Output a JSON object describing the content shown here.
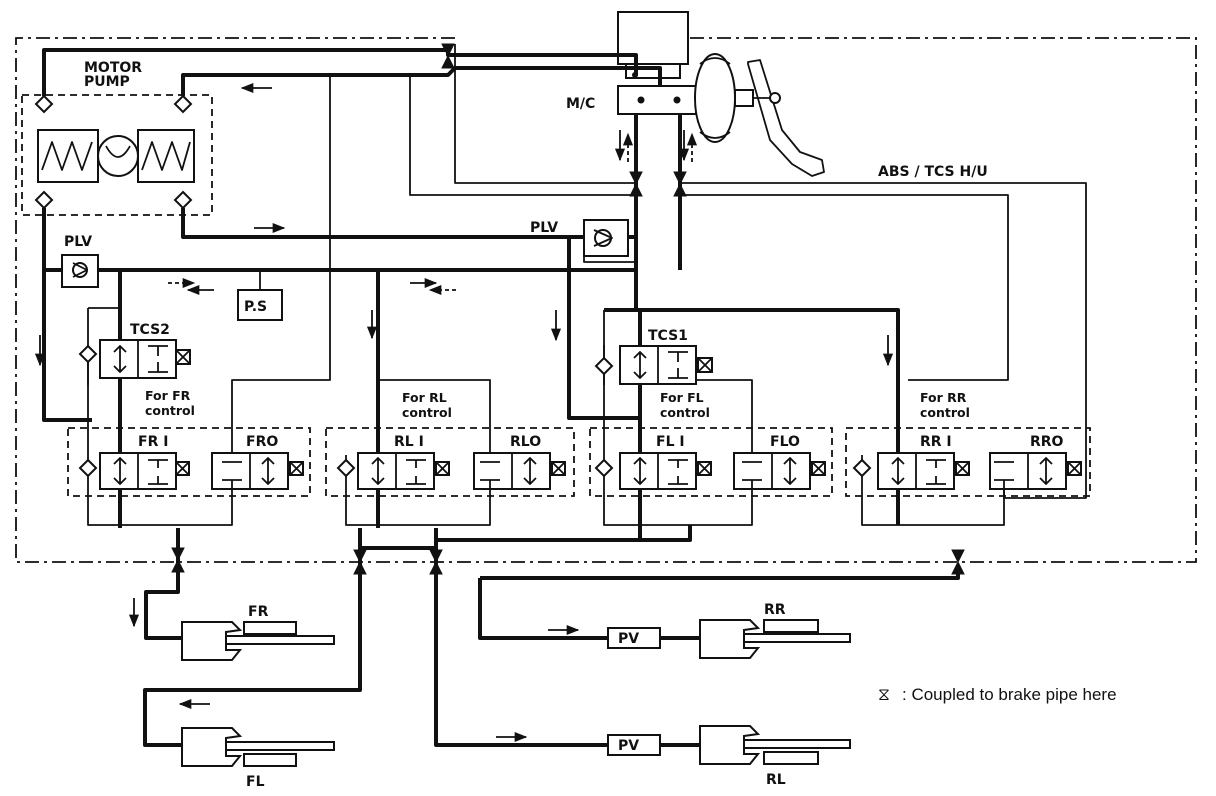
{
  "labels": {
    "motor_pump_line1": "MOTOR",
    "motor_pump_line2": "PUMP",
    "master_cylinder": "M/C",
    "abs_tcs_hu": "ABS / TCS  H/U",
    "plv_left": "PLV",
    "plv_center": "PLV",
    "pressure_switch": "P.S",
    "tcs2": "TCS2",
    "tcs1": "TCS1",
    "for_fr_line1": "For FR",
    "for_fr_line2": "control",
    "for_rl_line1": "For RL",
    "for_rl_line2": "control",
    "for_fl_line1": "For FL",
    "for_fl_line2": "control",
    "for_rr_line1": "For RR",
    "for_rr_line2": "control",
    "fr_inlet": "FR I",
    "fr_outlet": "FRO",
    "rl_inlet": "RL I",
    "rl_outlet": "RLO",
    "fl_inlet": "FL I",
    "fl_outlet": "FLO",
    "rr_inlet": "RR I",
    "rr_outlet": "RRO",
    "wheel_fr": "FR",
    "wheel_fl": "FL",
    "wheel_rr": "RR",
    "wheel_rl": "RL",
    "pv_rr": "PV",
    "pv_rl": "PV"
  },
  "legend": {
    "symbol": "⧖",
    "text": ": Coupled to brake pipe here"
  }
}
